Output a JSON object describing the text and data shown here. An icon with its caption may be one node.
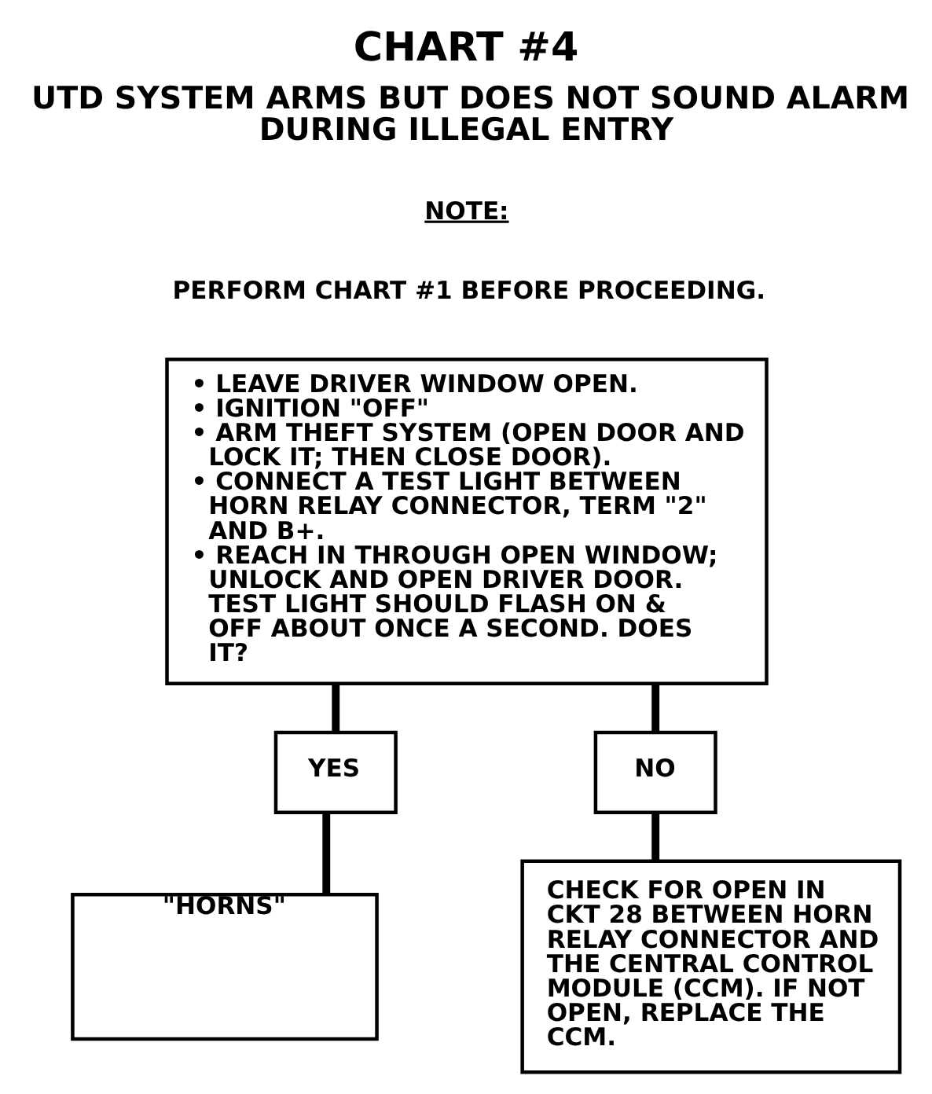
{
  "diagram": {
    "title": "CHART #4",
    "nodes": [
      {
        "text": [
          "• LEAVE DRIVER WINDOW OPEN.",
          "• IGNITION \"OFF\"",
          "• ARM THEFT SYSTEM (OPEN DOOR AND LOCK IT; THEN CLOSE DOOR).",
          "• CONNECT A TEST LIGHT BETWEEN HORN RELAY CONNECTOR, TERM \"2\" AND B+.",
          "• REACH IN THROUGH OPEN WINDOW; UNLOCK AND OPEN DRIVER DOOR. TEST LIGHT SHOULD FLASH ON & OFF ABOUT ONCE A SECOND. DOES IT?"
        ]
      },
      {
        "text": [
          "YES"
        ]
      },
      {
        "text": [
          "NO"
        ]
      },
      {
        "text": [
          "\"HORNS\""
        ]
      },
      {
        "text": [
          "CHECK FOR OPEN IN CKT 28 BETWEEN HORN RELAY CONNECTOR AND THE CENTRAL CONTROL MODULE (CCM). IF NOT OPEN, REPLACE THE CCM."
        ]
      }
    ],
    "edges": [
      {
        "from": 0,
        "to": 1,
        "arrow": "none"
      },
      {
        "from": 0,
        "to": 2,
        "arrow": "none"
      },
      {
        "from": 1,
        "to": 3,
        "arrow": "none"
      },
      {
        "from": 2,
        "to": 4,
        "arrow": "none"
      }
    ],
    "labels": [
      "UTD SYSTEM ARMS BUT DOES NOT SOUND ALARM DURING ILLEGAL ENTRY",
      "NOTE:",
      "PERFORM CHART #1 BEFORE PROCEEDING."
    ]
  }
}
